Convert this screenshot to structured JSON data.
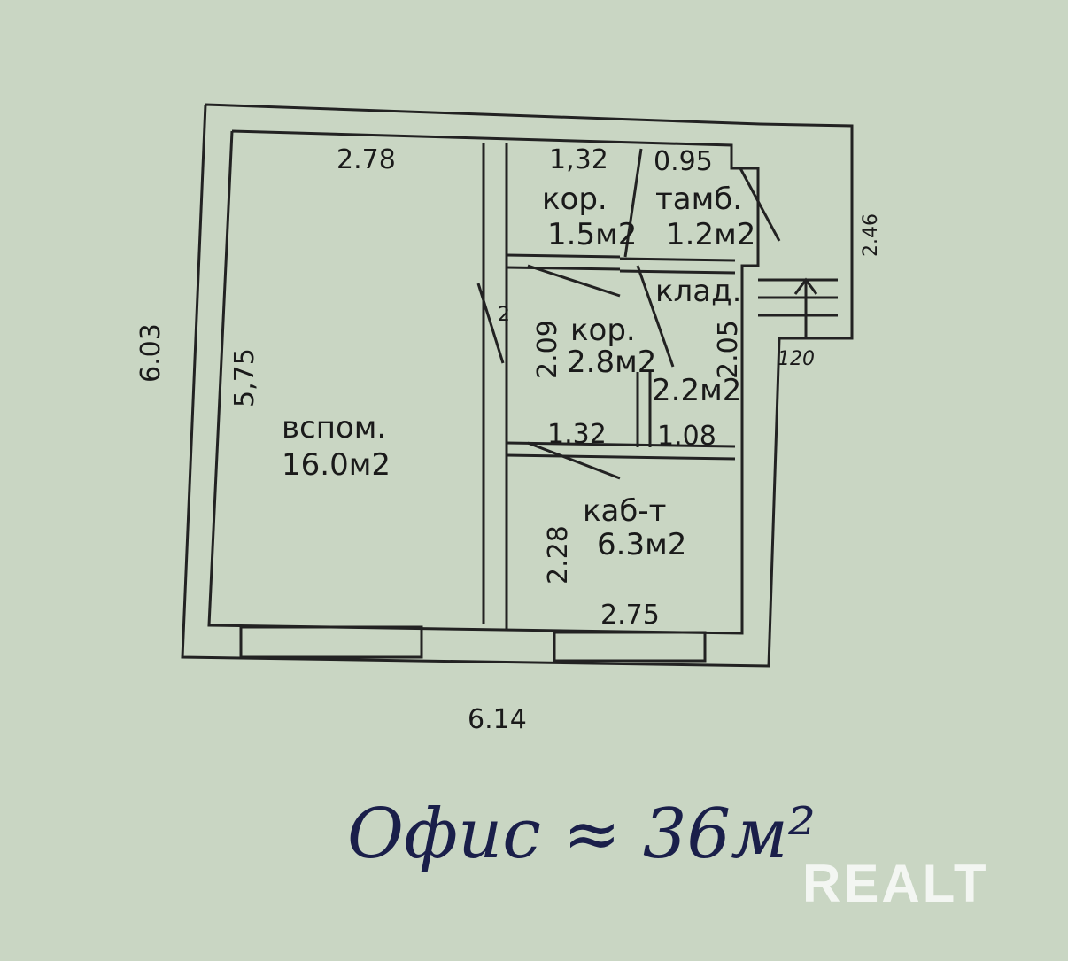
{
  "plan": {
    "rooms": [
      {
        "name": "вспом.",
        "area": "16.0м2"
      },
      {
        "name": "кор.",
        "area": "1.5м2"
      },
      {
        "name": "тамб.",
        "area": "1.2м2"
      },
      {
        "name": "клад.",
        "area": ""
      },
      {
        "name": "кор.",
        "area": "2.8м2"
      },
      {
        "name": "",
        "area": "2.2м2"
      },
      {
        "name": "каб-т",
        "area": "6.3м2"
      }
    ],
    "dimensions": {
      "vspom_width": "2.78",
      "vspom_height": "5,75",
      "overall_height": "6.03",
      "overall_width": "6.14",
      "kor1_width": "1,32",
      "tamb_width": "0.95",
      "side_246": "2.46",
      "stair_120": "120",
      "kor2_height": "2.09",
      "klad_height": "2.05",
      "kor2_bottom_width": "1.32",
      "klad_bottom_width": "1.08",
      "kab_height": "2.28",
      "kab_width": "2.75",
      "small_mark": "2"
    }
  },
  "caption": "Офис ≈ 36м²",
  "watermark": "REALT"
}
